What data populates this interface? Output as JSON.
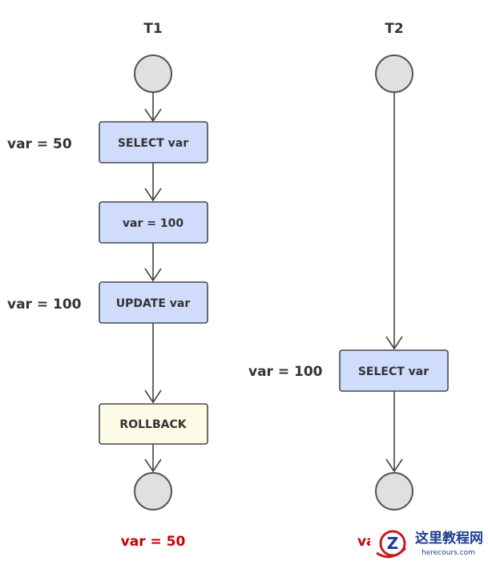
{
  "lanes": [
    {
      "header": "T1"
    },
    {
      "header": "T2"
    }
  ],
  "t1": {
    "steps": [
      "SELECT var",
      "var = 100",
      "UPDATE var",
      "ROLLBACK"
    ],
    "side_labels": [
      "var = 50",
      "var = 100"
    ],
    "result": "var = 50"
  },
  "t2": {
    "steps": [
      "SELECT var"
    ],
    "side_labels": [
      "var = 100"
    ],
    "result_partial": "va"
  },
  "colors": {
    "step_fill": "#cfdcfc",
    "rollback_fill": "#fbfbe6",
    "result_text": "#cc0000",
    "circle_fill": "#e0e0e0"
  },
  "watermark": {
    "title": "这里教程网",
    "url": "herecours.com"
  }
}
